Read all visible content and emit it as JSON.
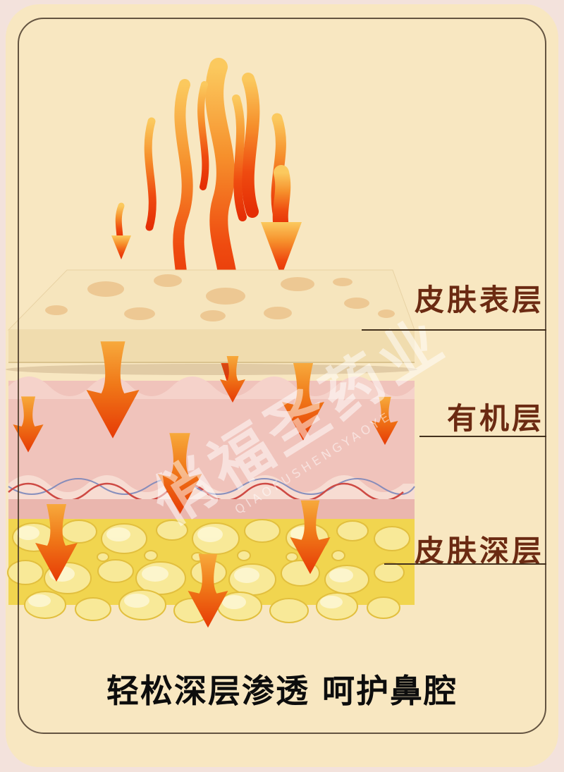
{
  "page": {
    "caption": "轻松深层渗透 呵护鼻腔"
  },
  "labels": {
    "surface": "皮肤表层",
    "organic": "有机层",
    "deep": "皮肤深层"
  },
  "watermark": {
    "main": "俏福圣药业",
    "latin": "QIAOFUSHENGYAOYE"
  },
  "colors": {
    "background": "#f3e2dc",
    "card": "#f8e7c1",
    "frame_line": "#4a3a2a",
    "label_text": "#6b2a12",
    "caption_text": "#0d0d0d",
    "flame_orange": "#f6902c",
    "flame_red": "#e52e05",
    "arrow_orange": "#f07818",
    "epidermis_cream": "#f6e5bd",
    "dermis_pink": "#f0c3bb",
    "fat_yellow": "#f1d54f",
    "capillary_red": "#ce4a44",
    "capillary_blue": "#7482ba"
  }
}
